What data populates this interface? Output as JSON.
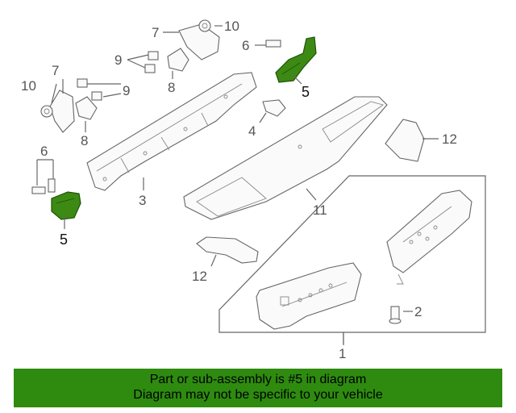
{
  "diagram": {
    "callouts": {
      "c1": "1",
      "c2": "2",
      "c3": "3",
      "c4": "4",
      "c5_left": "5",
      "c5_right": "5",
      "c6_left": "6",
      "c6_right": "6",
      "c7_left": "7",
      "c7_right": "7",
      "c8_left": "8",
      "c8_right": "8",
      "c9_left": "9",
      "c9_right": "9",
      "c10_left": "10",
      "c10_right": "10",
      "c11": "11",
      "c12_left": "12",
      "c12_right": "12"
    },
    "highlight_color": "#3c8a14"
  },
  "banner": {
    "line1": "Part or sub-assembly is #5 in diagram",
    "line2": "Diagram may not be specific to your vehicle",
    "background": "#2e8b0f"
  }
}
